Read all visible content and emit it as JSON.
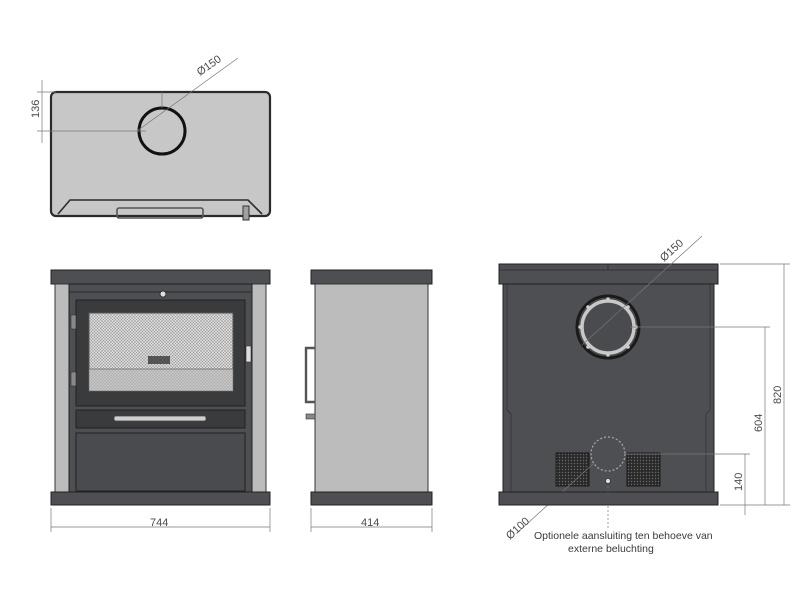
{
  "top_view": {
    "depth_label": "136",
    "flue_label": "Ø150"
  },
  "front_view": {
    "width_label": "744"
  },
  "side_view": {
    "depth_label": "414"
  },
  "rear_view": {
    "flue_label": "Ø150",
    "height_total_label": "820",
    "flue_height_label": "604",
    "air_height_label": "140",
    "air_diameter_label": "Ø100",
    "note_line1": "Optionele aansluiting ten behoeve van",
    "note_line2": "externe beluchting"
  },
  "colors": {
    "stove_dark": "#4d4f52",
    "stove_darker": "#3a3b3d",
    "panel_gray": "#bcbcbc",
    "top_gray": "#c7c7c7",
    "dimension_line": "#777777"
  }
}
